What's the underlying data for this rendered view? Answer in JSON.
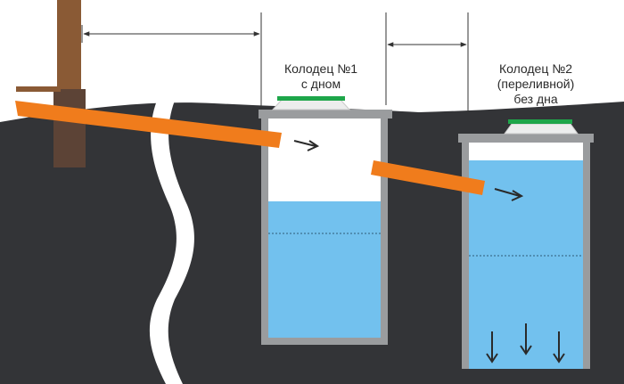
{
  "well1": {
    "name": "Колодец №1",
    "subtitle": "с дном"
  },
  "well2": {
    "name": "Колодец №2",
    "subtitle": "(переливной)",
    "note": "без дна"
  },
  "colors": {
    "soil": "#333437",
    "water": "#72c1ee",
    "pipe": "#f07c1c",
    "house_post": "#7a5232",
    "well_wall": "#9a9c9e",
    "lid": "#eceded",
    "lid_seal": "#1ea64a"
  },
  "icons": [
    "house-post",
    "house-pipe",
    "outlet-pipe",
    "overflow-pipe",
    "flow-arrow",
    "drain-arrow",
    "dimension-line"
  ]
}
